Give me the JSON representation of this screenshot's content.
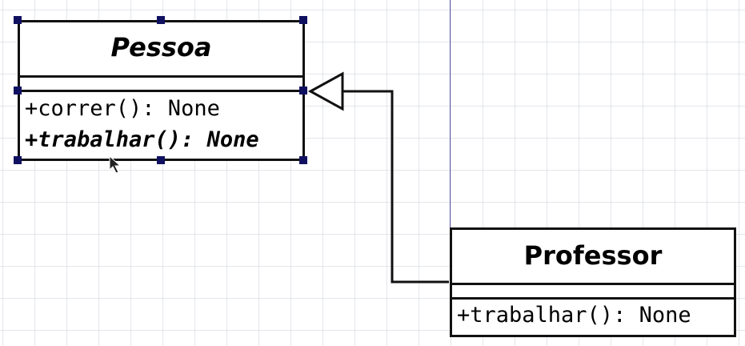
{
  "classes": {
    "pessoa": {
      "name": "Pessoa",
      "methods": [
        "+correr(): None",
        "+trabalhar(): None"
      ]
    },
    "professor": {
      "name": "Professor",
      "methods": [
        "+trabalhar(): None"
      ]
    }
  },
  "relationship": {
    "type": "generalization",
    "from": "Professor",
    "to": "Pessoa"
  },
  "colors": {
    "line": "#111111",
    "selection_handle": "#101060",
    "guide_line": "#5a5aa8",
    "grid": "#cdd2dc"
  }
}
